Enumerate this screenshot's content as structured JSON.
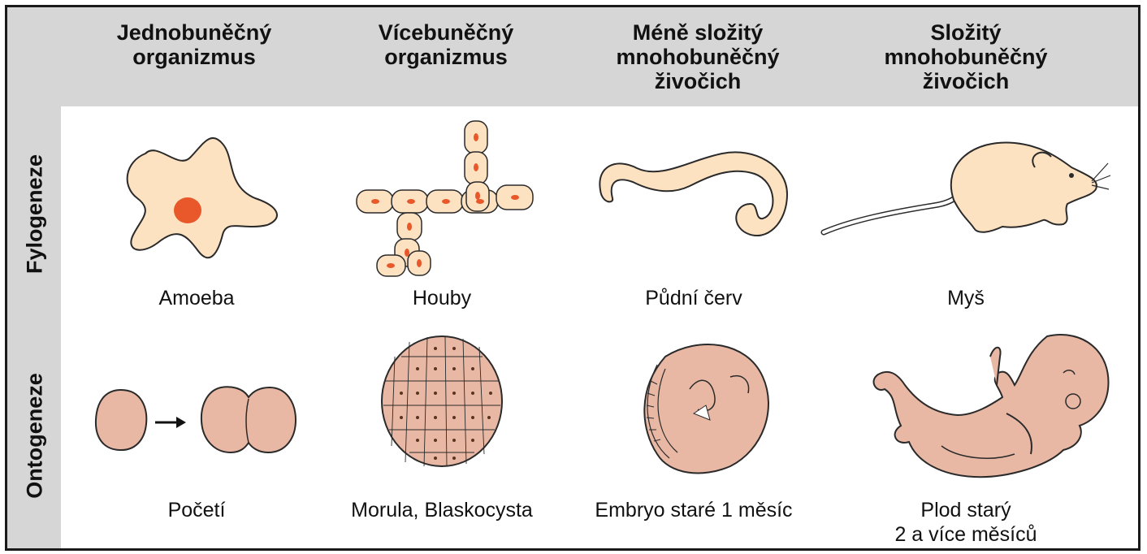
{
  "columns": [
    {
      "line1": "Jednobuněčný",
      "line2": "organizmus",
      "line3": ""
    },
    {
      "line1": "Vícebuněčný",
      "line2": "organizmus",
      "line3": ""
    },
    {
      "line1": "Méně složitý",
      "line2": "mnohobuněčný",
      "line3": "živočich"
    },
    {
      "line1": "Složitý",
      "line2": "mnohobuněčný",
      "line3": "živočich"
    }
  ],
  "rows": {
    "phylogeny": "Fylogeneze",
    "ontogeny": "Ontogeneze"
  },
  "phylogeny_captions": [
    "Amoeba",
    "Houby",
    "Půdní červ",
    "Myš"
  ],
  "ontogeny_captions": [
    {
      "line1": "Početí",
      "line2": ""
    },
    {
      "line1": "Morula, Blaskocysta",
      "line2": ""
    },
    {
      "line1": "Embryo staré 1 měsíc",
      "line2": ""
    },
    {
      "line1": "Plod starý",
      "line2": "2 a více měsíců"
    }
  ],
  "colors": {
    "header_bg": "#d6d6d6",
    "cream": "#fde2c2",
    "nucleus": "#e8582a",
    "pink": "#e8b8a4",
    "outline": "#2a2a2a"
  },
  "icons": [
    "amoeba-icon",
    "fungi-icon",
    "worm-icon",
    "mouse-icon",
    "zygote-icon",
    "arrow-icon",
    "morula-icon",
    "embryo-icon",
    "fetus-icon"
  ]
}
